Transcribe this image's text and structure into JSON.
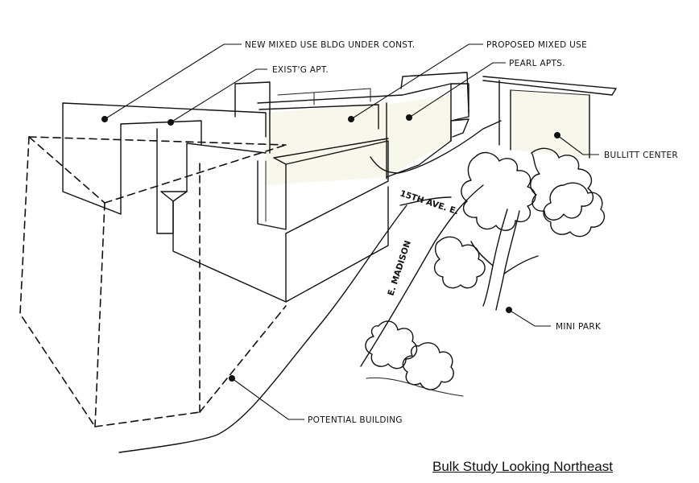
{
  "caption": "Bulk Study Looking Northeast",
  "labels": {
    "new_mixed_use": "NEW MIXED USE BLDG UNDER CONST.",
    "existing_apt": "EXIST'G APT.",
    "proposed_mixed_use": "PROPOSED MIXED USE",
    "pearl_apts": "PEARL APTS.",
    "bullitt_center": "BULLITT CENTER",
    "mini_park": "MINI PARK",
    "potential_building": "POTENTIAL BUILDING"
  },
  "streets": {
    "avenue": "15TH AVE. E.",
    "madison": "E. MADISON"
  }
}
